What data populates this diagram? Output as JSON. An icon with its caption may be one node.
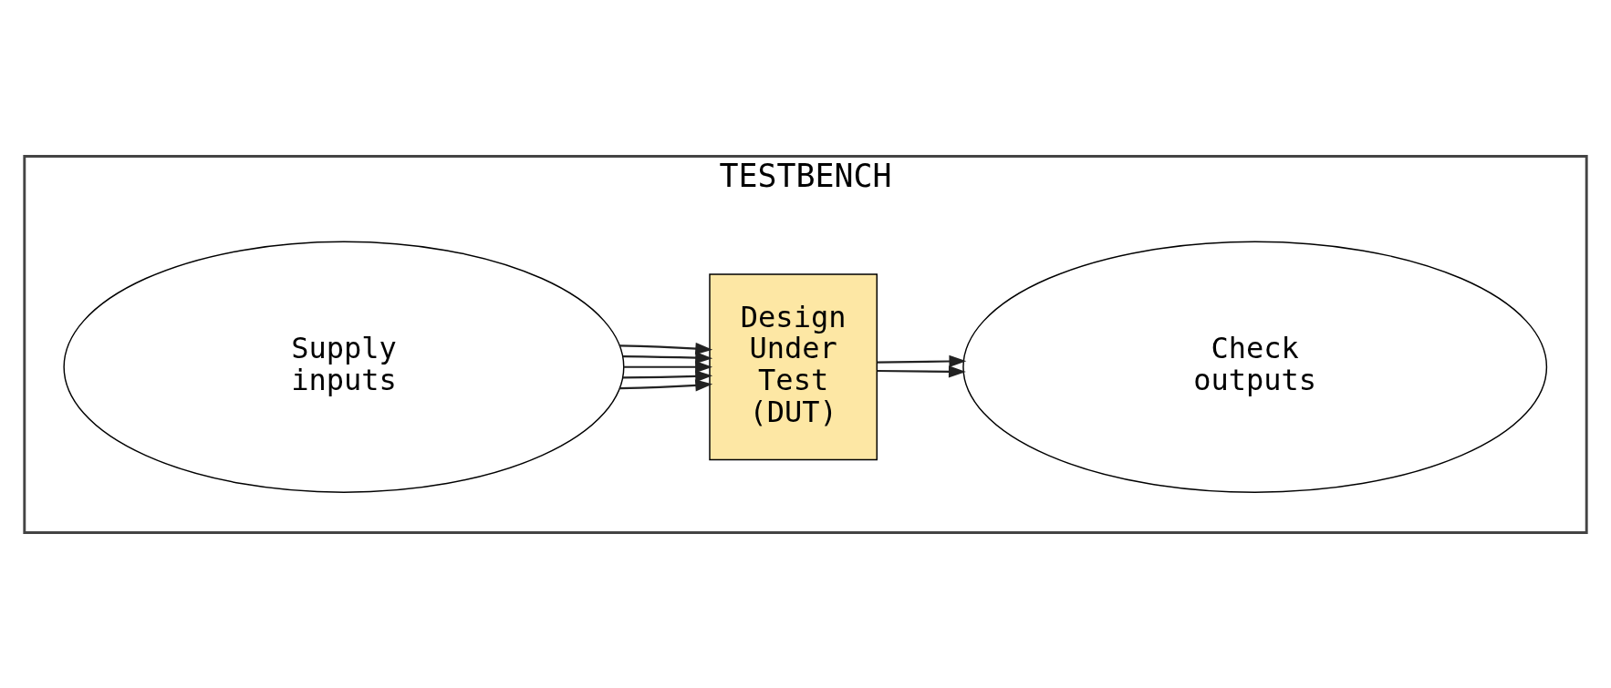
{
  "diagram": {
    "nodes": [
      {
        "text": [
          "TESTBENCH"
        ]
      },
      {
        "text": [
          "Supply inputs"
        ],
        "in": 0
      },
      {
        "text": [
          "Design Under Test (DUT)"
        ],
        "in": 0
      },
      {
        "text": [
          "Check outputs"
        ],
        "in": 0
      }
    ],
    "edges": [
      {
        "from": 1,
        "to": 2,
        "arrow": "to"
      },
      {
        "from": 1,
        "to": 2,
        "arrow": "to"
      },
      {
        "from": 1,
        "to": 2,
        "arrow": "to"
      },
      {
        "from": 1,
        "to": 2,
        "arrow": "to"
      },
      {
        "from": 1,
        "to": 2,
        "arrow": "to"
      },
      {
        "from": 2,
        "to": 3,
        "arrow": "to"
      },
      {
        "from": 2,
        "to": 3,
        "arrow": "to"
      }
    ]
  }
}
